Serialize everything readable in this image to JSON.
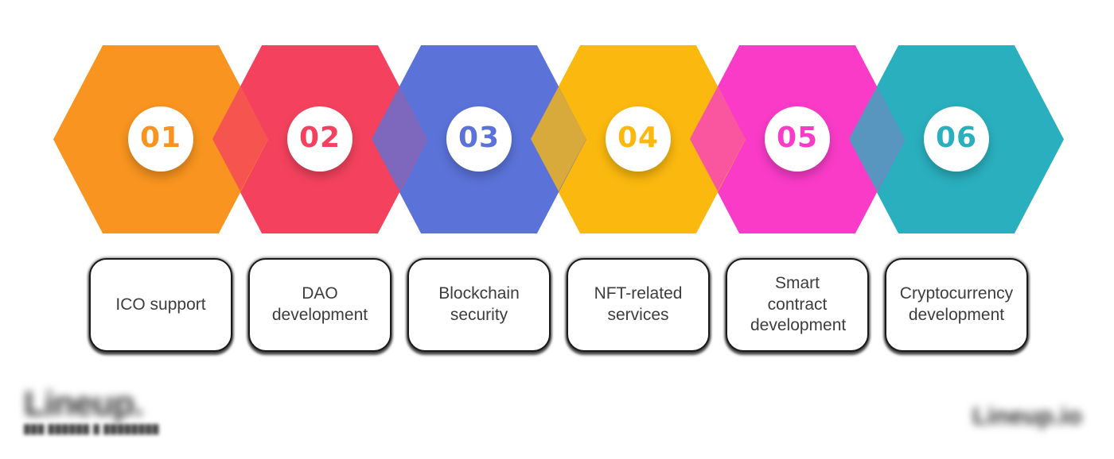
{
  "canvas": {
    "background": "#FFFFFF"
  },
  "steps": [
    {
      "number": "01",
      "label": "ICO support",
      "color": "#F8941F"
    },
    {
      "number": "02",
      "label": "DAO development",
      "color": "#F4425E"
    },
    {
      "number": "03",
      "label": "Blockchain security",
      "color": "#5B73D9"
    },
    {
      "number": "04",
      "label": "NFT-related services",
      "color": "#FBB80E"
    },
    {
      "number": "05",
      "label": "Smart contract development",
      "color": "#F93BC8"
    },
    {
      "number": "06",
      "label": "Cryptocurrency development",
      "color": "#2AAFBE"
    }
  ],
  "overlaps": [
    "rgba(244,66,94,0.78)",
    "rgba(91,115,217,0.78)",
    "rgba(251,184,14,0.78)",
    "rgba(249,59,200,0.78)",
    "rgba(42,175,190,0.78)"
  ],
  "watermarks": {
    "bottom_left": {
      "wordmark": "Lineup.",
      "tagline": "███ ██████ █ ████████",
      "legibility": "blurred"
    },
    "bottom_right": {
      "wordmark": "Lineup.io",
      "legibility": "blurred"
    }
  }
}
